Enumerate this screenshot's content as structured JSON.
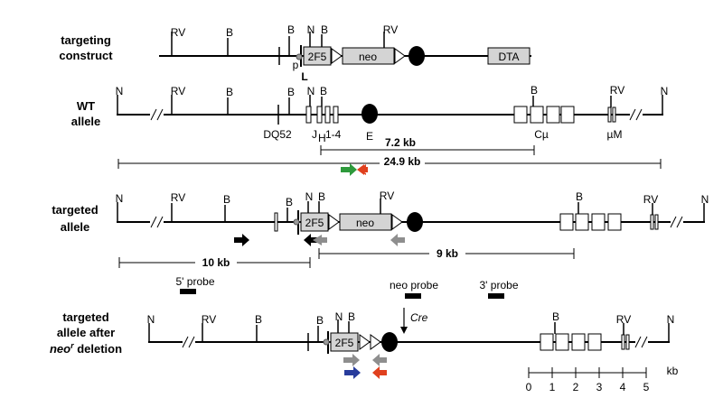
{
  "labels": {
    "construct_1": "targeting",
    "construct_2": "construct",
    "wt_1": "WT",
    "wt_2": "allele",
    "targeted_1": "targeted",
    "targeted_2": "allele",
    "deleted_1": "targeted",
    "deleted_2": "allele after",
    "deleted_3_pre": "neo",
    "deleted_3_sup": "r",
    "deleted_3_post": " deletion"
  },
  "sites": {
    "rv": "RV",
    "b": "B",
    "n": "N"
  },
  "elements": {
    "box_2f5": "2F5",
    "box_neo": "neo",
    "box_dta": "DTA",
    "p": "p",
    "l": "L",
    "dq52": "DQ52",
    "jh_base": "J",
    "jh_sub": "H",
    "jh_tail": "1-4",
    "e": "E",
    "cmu": "Cµ",
    "mum": "µM"
  },
  "measures": {
    "kb_7_2": "7.2 kb",
    "kb_24_9": "24.9 kb",
    "kb_10": "10 kb",
    "kb_9": "9 kb"
  },
  "probes": {
    "five_prime": "5' probe",
    "neo": "neo probe",
    "three_prime": "3' probe"
  },
  "cre": "Cre",
  "scale": {
    "ticks": [
      "0",
      "1",
      "2",
      "3",
      "4",
      "5"
    ],
    "unit": "kb"
  },
  "colors": {
    "box_fill": "#d4d4d4",
    "primer_green": "#2e9a3c",
    "primer_red": "#e0401e",
    "primer_blue": "#283c9c",
    "primer_gray": "#8e8e8e",
    "line": "#000000"
  }
}
